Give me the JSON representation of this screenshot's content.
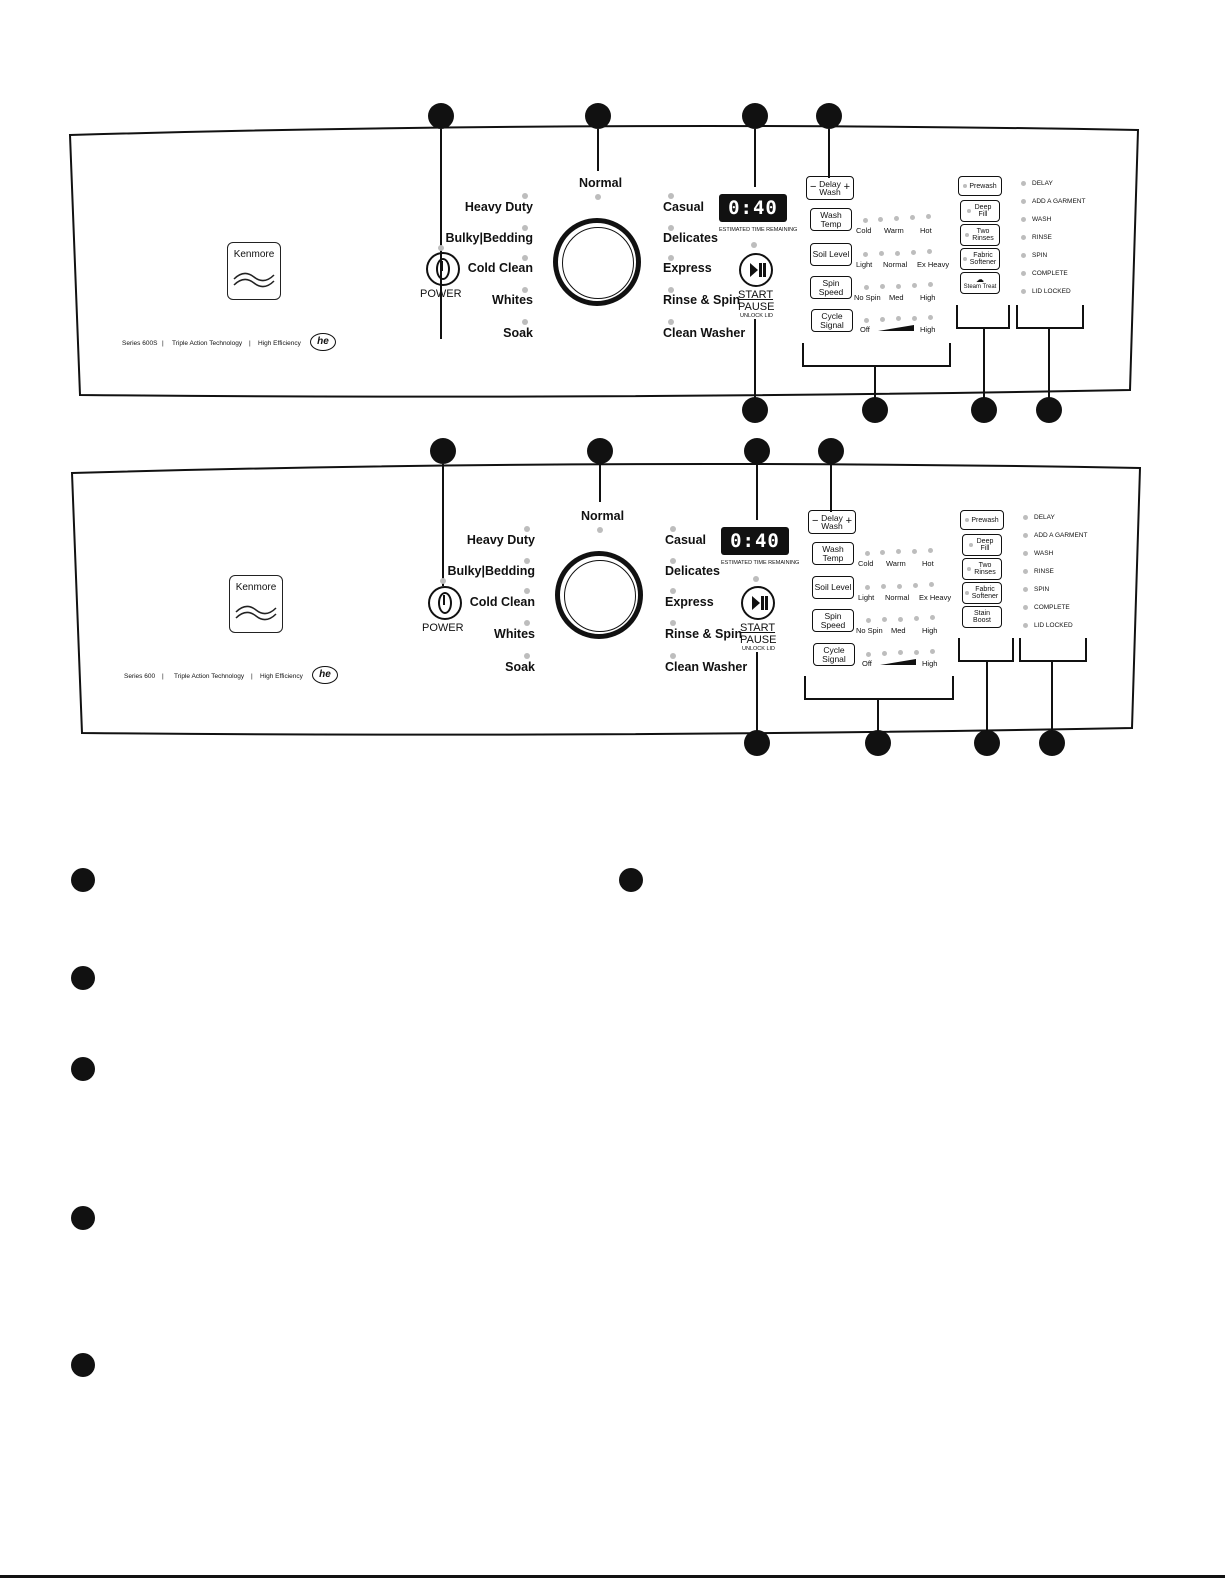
{
  "brand": "Kenmore",
  "power_label": "POWER",
  "normal_label": "Normal",
  "cycles_left": [
    "Heavy Duty",
    "Bulky|Bedding",
    "Cold Clean",
    "Whites",
    "Soak"
  ],
  "cycles_right": [
    "Casual",
    "Delicates",
    "Express",
    "Rinse & Spin",
    "Clean Washer"
  ],
  "display_time": "0:40",
  "display_caption": "ESTIMATED TIME REMAINING",
  "start_label": "START",
  "pause_label": "PAUSE",
  "unlock_label": "UNLOCK LID",
  "delay_wash": {
    "minus": "−",
    "label": "Delay Wash",
    "plus": "+"
  },
  "options": [
    {
      "label": "Wash Temp",
      "levels": [
        "Cold",
        "Warm",
        "Hot"
      ]
    },
    {
      "label": "Soil Level",
      "levels": [
        "Light",
        "Normal",
        "Ex Heavy"
      ]
    },
    {
      "label": "Spin Speed",
      "levels": [
        "No Spin",
        "Med",
        "High"
      ]
    },
    {
      "label": "Cycle Signal",
      "levels": [
        "Off",
        "High"
      ]
    }
  ],
  "statuses": [
    "DELAY",
    "ADD A GARMENT",
    "WASH",
    "RINSE",
    "SPIN",
    "COMPLETE",
    "LID LOCKED"
  ],
  "panel_top": {
    "series": [
      "Series 600S",
      "Triple Action Technology",
      "High Efficiency"
    ],
    "extras": [
      "Prewash",
      "Deep Fill",
      "Two Rinses",
      "Fabric Softener",
      "Steam Treat"
    ]
  },
  "panel_bottom": {
    "series": [
      "Series 600",
      "Triple Action Technology",
      "High Efficiency"
    ],
    "extras": [
      "Prewash",
      "Deep Fill",
      "Two Rinses",
      "Fabric Softener",
      "Stain Boost"
    ]
  },
  "he_logo": "he"
}
